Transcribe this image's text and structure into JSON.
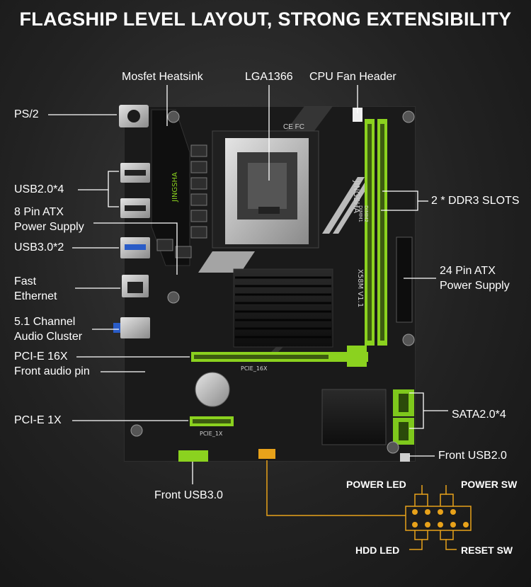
{
  "title": "FLAGSHIP LEVEL LAYOUT, STRONG EXTENSIBILITY",
  "labels_top": {
    "mosfet": "Mosfet Heatsink",
    "lga": "LGA1366",
    "cpu_fan": "CPU Fan Header"
  },
  "labels_left": {
    "ps2": "PS/2",
    "usb20": "USB2.0*4",
    "atx8_line1": "8 Pin ATX",
    "atx8_line2": "Power Supply",
    "usb30": "USB3.0*2",
    "eth_line1": "Fast",
    "eth_line2": "Ethernet",
    "audio_line1": "5.1 Channel",
    "audio_line2": "Audio Cluster",
    "pcie16": "PCI-E 16X",
    "front_audio": "Front audio pin",
    "pcie1": "PCI-E 1X"
  },
  "labels_right": {
    "ddr3": "2 * DDR3 SLOTS",
    "atx24_line1": "24 Pin ATX",
    "atx24_line2": "Power Supply",
    "sata": "SATA2.0*4",
    "front_usb2": "Front USB2.0"
  },
  "labels_bottom": {
    "front_usb3": "Front USB3.0",
    "power_led": "POWER LED",
    "power_sw": "POWER SW",
    "hdd_led": "HDD LED",
    "reset_sw": "RESET SW"
  },
  "board_text": {
    "brand": "JINGSHA",
    "model": "X58M V1.1",
    "cert": "CE FC",
    "pcie16_silk": "PCIE_16X",
    "pcie1_silk": "PCIE_1X",
    "dimm1": "DIMM1",
    "dimm2": "DIMM2"
  },
  "colors": {
    "accent": "#e8a21a",
    "pcb": "#1a1a1a",
    "slot_green": "#8bd21f",
    "sata_green": "#7ec81c",
    "silver": "#c9c9c9"
  }
}
